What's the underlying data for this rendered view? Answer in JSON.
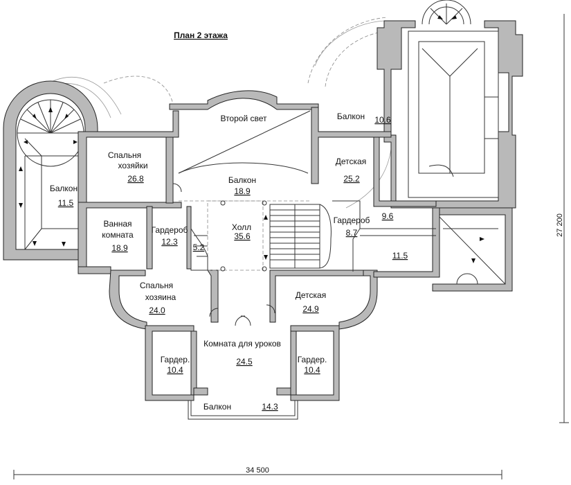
{
  "plan": {
    "title": "План 2 этажа",
    "width_dim": "34 500",
    "height_dim": "27 200"
  },
  "rooms": {
    "second_light": {
      "name": "Второй свет"
    },
    "balcony_top": {
      "name": "Балкон",
      "area": "10.6"
    },
    "bedroom_mistress": {
      "name1": "Спальня",
      "name2": "хозяйки",
      "area": "26.8"
    },
    "balcony_center": {
      "name": "Балкон",
      "area": "18.9"
    },
    "kids_top": {
      "name": "Детская",
      "area": "25.2"
    },
    "balcony_left": {
      "name": "Балкон",
      "area": "11.5"
    },
    "bathroom": {
      "name1": "Ванная",
      "name2": "комната",
      "area": "18.9"
    },
    "wardrobe_left": {
      "name": "Гардероб",
      "area": "12.3"
    },
    "small_room": {
      "area": "5.2"
    },
    "hall": {
      "name": "Холл",
      "area": "35.6"
    },
    "wardrobe_right": {
      "name": "Гардероб",
      "area": "8.7"
    },
    "room_96": {
      "area": "9.6"
    },
    "room_115": {
      "area": "11.5"
    },
    "bedroom_master": {
      "name1": "Спальня",
      "name2": "хозяина",
      "area": "24.0"
    },
    "kids_bottom": {
      "name": "Детская",
      "area": "24.9"
    },
    "study": {
      "name": "Комната для уроков",
      "area": "24.5"
    },
    "wardrobe_bl": {
      "name": "Гардер.",
      "area": "10.4"
    },
    "wardrobe_br": {
      "name": "Гардер.",
      "area": "10.4"
    },
    "balcony_bottom": {
      "name": "Балкон",
      "area": "14.3"
    }
  }
}
